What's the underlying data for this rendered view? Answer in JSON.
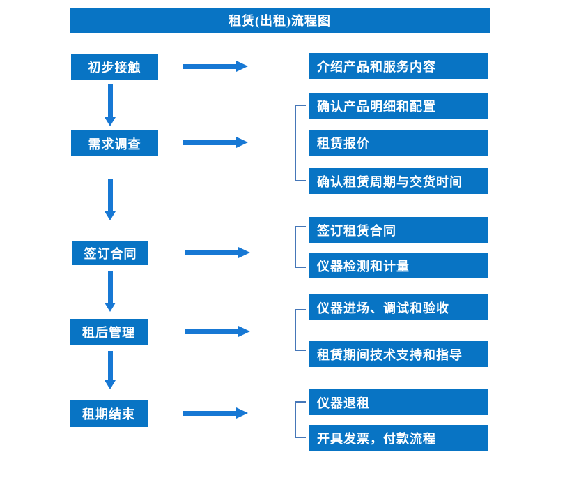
{
  "title": "租赁(出租)流程图",
  "colors": {
    "box": "#0874c4",
    "arrow": "#1778d4",
    "bracket": "#4677b8",
    "text_on_box": "#ffffff",
    "background": "#ffffff"
  },
  "stages": [
    {
      "label": "初步接触"
    },
    {
      "label": "需求调查"
    },
    {
      "label": "签订合同"
    },
    {
      "label": "租后管理"
    },
    {
      "label": "租期结束"
    }
  ],
  "detail_groups": [
    {
      "items": [
        "介绍产品和服务内容"
      ]
    },
    {
      "items": [
        "确认产品明细和配置",
        "租赁报价",
        "确认租赁周期与交货时间"
      ]
    },
    {
      "items": [
        "签订租赁合同",
        "仪器检测和计量"
      ]
    },
    {
      "items": [
        "仪器进场、调试和验收",
        "租赁期间技术支持和指导"
      ]
    },
    {
      "items": [
        "仪器退租",
        "开具发票，付款流程"
      ]
    }
  ]
}
